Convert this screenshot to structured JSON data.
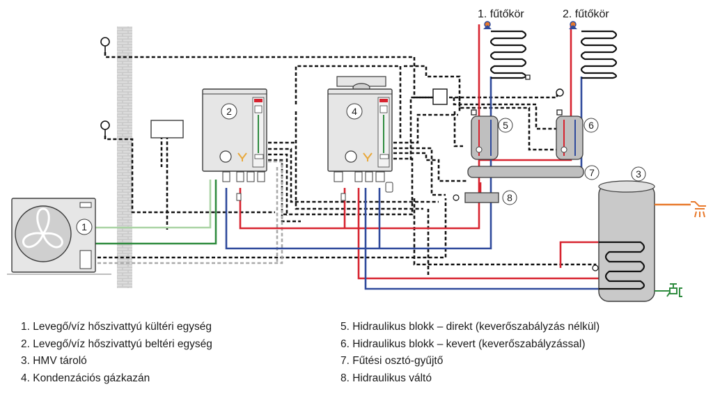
{
  "diagram": {
    "heating_circuits": [
      "1. fűtőkör",
      "2. fűtőkör"
    ],
    "markers": [
      "1",
      "2",
      "3",
      "4",
      "5",
      "6",
      "7",
      "8"
    ]
  },
  "legend": {
    "left": [
      "1. Levegő/víz hőszivattyú kültéri egység",
      "2. Levegő/víz hőszivattyú beltéri egység",
      "3. HMV tároló",
      "4. Kondenzációs gázkazán"
    ],
    "right": [
      "5. Hidraulikus blokk – direkt (keverőszabályzás nélkül)",
      "6. Hidraulikus blokk – kevert (keverőszabályzással)",
      "7. Fűtési osztó-gyűjtő",
      "8. Hidraulikus váltó"
    ]
  },
  "colors": {
    "flow": "#d7232f",
    "return": "#2f4a9c",
    "refrigerant_liquid": "#2e8b3e",
    "refrigerant_gas": "#a9d3a3",
    "control": "#111111",
    "hot_water": "#e8792b",
    "cold_water": "#2e8b3e"
  },
  "icons": [
    "heat-pump-fan-icon",
    "sensor-icon",
    "pump-icon",
    "thermometer-icon",
    "shower-icon",
    "tap-icon",
    "wall-icon"
  ]
}
